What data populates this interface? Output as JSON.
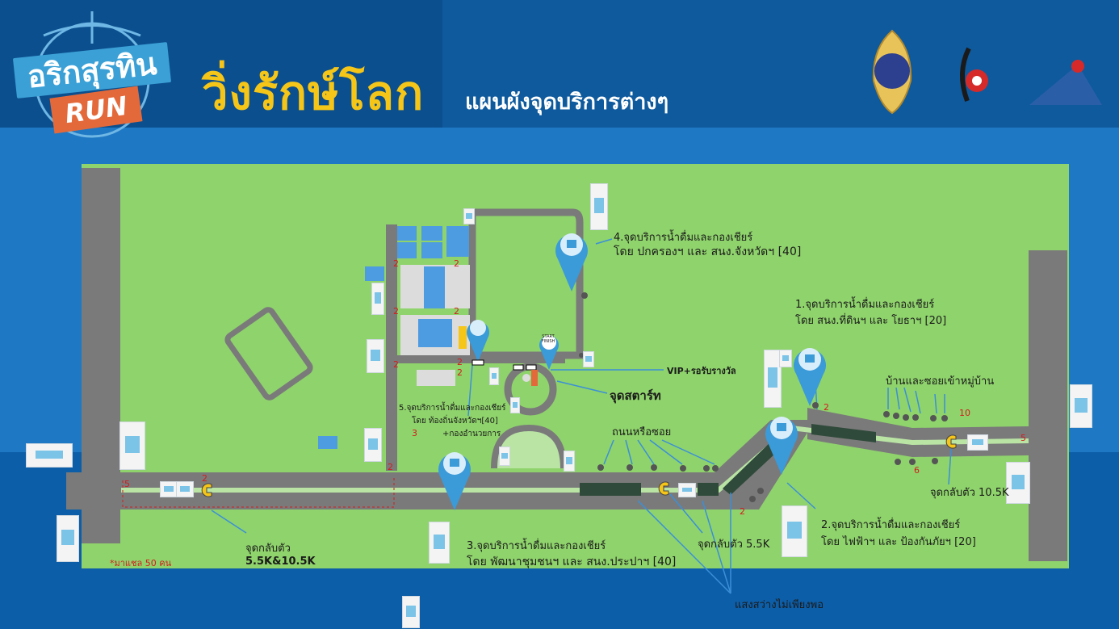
{
  "header": {
    "logo_line1": "อริกสุรทิน",
    "logo_line2": "RUN",
    "title": "วิ่งรักษ์โลก",
    "subtitle": "แผนผังจุดบริการต่างๆ"
  },
  "colors": {
    "header_bg": "#0b4f8e",
    "title": "#f5c518",
    "map_bg": "#8fd36c",
    "road": "#7a7a7a",
    "route_line": "#b9e4a4",
    "pin": "#3b9ad8",
    "logo_orange": "#e3693a"
  },
  "map": {
    "service_points": [
      {
        "line1": "1.จุดบริการน้ำดื่มและกองเชียร์",
        "line2": "โดย สนง.ที่ดินฯ และ โยธาฯ [20]"
      },
      {
        "line1": "2.จุดบริการน้ำดื่มและกองเชียร์",
        "line2": "โดย ไฟฟ้าฯ และ ป้องกันภัยฯ [20]"
      },
      {
        "line1": "3.จุดบริการน้ำดื่มและกองเชียร์",
        "line2": "โดย พัฒนาชุมชนฯ และ สนง.ประปาฯ [40]"
      },
      {
        "line1": "4.จุดบริการน้ำดื่มและกองเชียร์",
        "line2": "โดย ปกครองฯ และ สนง.จังหวัดฯ [40]"
      },
      {
        "line1": "5.จุดบริการน้ำดื่มและกองเชียร์",
        "line2": "โดย ท้องถิ่นจังหวัดฯ[40]",
        "line3": "+กองอำนวยการ"
      }
    ],
    "labels": {
      "vip": "VIP+รอรับรางวัล",
      "start": "จุดสตาร์ท",
      "start_sign": "START FINISH",
      "road_alley": "ถนนหรือซอย",
      "houses": "บ้านและซอยเข้าหมู่บ้าน",
      "uturn_105": "จุดกลับตัว 10.5K",
      "uturn_55": "จุดกลับตัว 5.5K",
      "uturn_both_1": "จุดกลับตัว",
      "uturn_both_2": "5.5K&10.5K",
      "marshal": "*มาแชล 50 คน",
      "low_light": "แสงสว่างไม่เพียงพอ"
    },
    "marshal_counts": [
      "2",
      "2",
      "2",
      "2",
      "2",
      "2",
      "2",
      "2",
      "2",
      "3",
      "5",
      "2",
      "2",
      "2",
      "10",
      "6",
      "5"
    ]
  }
}
